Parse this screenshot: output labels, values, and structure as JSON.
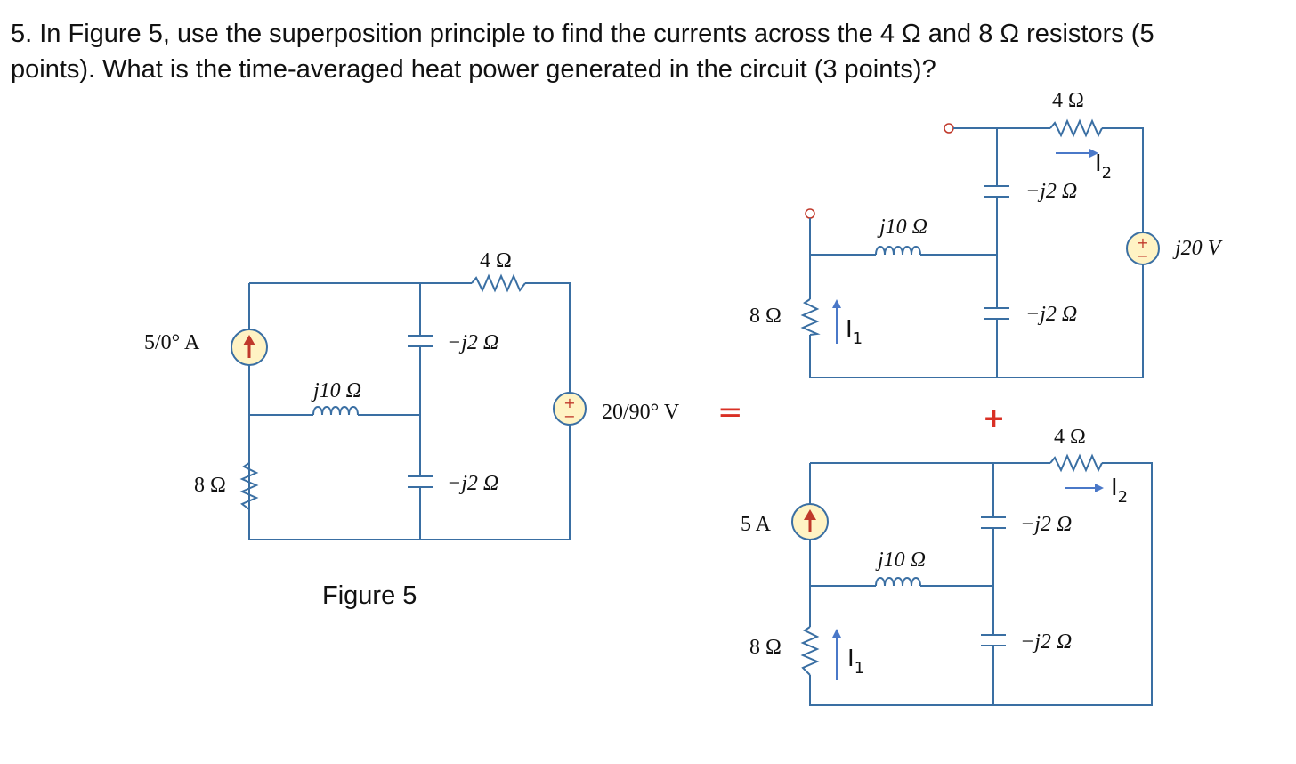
{
  "question": {
    "line1": "5. In Figure 5, use the superposition principle to find the currents across the 4 Ω and 8 Ω resistors (5",
    "line2": "points). What is the time-averaged heat power generated in the circuit (3 points)?"
  },
  "figure5": {
    "caption": "Figure 5",
    "current_source": "5/0° A",
    "resistor_top": "4 Ω",
    "cap_top": "−j2 Ω",
    "inductor": "j10 Ω",
    "resistor_left": "8 Ω",
    "cap_bottom": "−j2 Ω",
    "voltage_source": "20/90° V"
  },
  "top_subcircuit": {
    "resistor_top": "4 Ω",
    "current_label_2": "I",
    "current_sub_2": "2",
    "cap_top": "−j2 Ω",
    "inductor": "j10 Ω",
    "voltage_source": "j20 V",
    "resistor_left": "8 Ω",
    "current_label_1": "I",
    "current_sub_1": "1",
    "cap_bottom": "−j2 Ω"
  },
  "bottom_subcircuit": {
    "resistor_top": "4 Ω",
    "current_label_2": "I",
    "current_sub_2": "2",
    "current_source": "5 A",
    "cap_top": "−j2 Ω",
    "inductor": "j10 Ω",
    "resistor_left": "8 Ω",
    "current_label_1": "I",
    "current_sub_1": "1",
    "cap_bottom": "−j2 Ω"
  },
  "operators": {
    "equals": "=",
    "plus": "+"
  },
  "colors": {
    "wire": "#3a6fa3",
    "source_fill": "#fff3c4",
    "source_arrow": "#c0392b",
    "current_arrow": "#4a78c8",
    "operator": "#d93025"
  }
}
